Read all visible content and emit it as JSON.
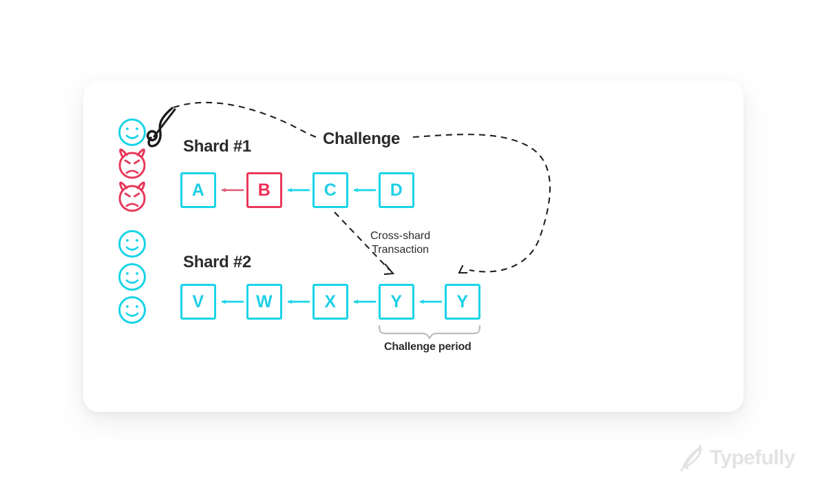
{
  "page": {
    "background": "#ffffff",
    "card": {
      "background": "#ffffff"
    }
  },
  "colors": {
    "cyan": "#18D4E8",
    "cyan_text": "#1FCFE6",
    "red": "#E8385A",
    "red_text": "#EF2D55",
    "ink": "#2B2B2B",
    "dashed": "#222222",
    "brace": "#BDBDBD",
    "watermark": "#E3E3E6"
  },
  "labels": {
    "shard1": "Shard #1",
    "shard2": "Shard #2",
    "challenge": "Challenge",
    "cross_shard_line1": "Cross-shard",
    "cross_shard_line2": "Transaction",
    "challenge_period": "Challenge period"
  },
  "validators": [
    {
      "id": "validator-1",
      "type": "smiley",
      "color": "#18D4E8",
      "hooked": true
    },
    {
      "id": "validator-2",
      "type": "devil",
      "color": "#E8385A",
      "hooked": false
    },
    {
      "id": "validator-3",
      "type": "devil",
      "color": "#E8385A",
      "hooked": false
    },
    {
      "id": "validator-4",
      "type": "smiley",
      "color": "#18D4E8",
      "hooked": false
    },
    {
      "id": "validator-5",
      "type": "smiley",
      "color": "#18D4E8",
      "hooked": false
    },
    {
      "id": "validator-6",
      "type": "smiley",
      "color": "#18D4E8",
      "hooked": false
    }
  ],
  "shard1": {
    "title": "Shard #1",
    "blocks": [
      {
        "label": "A",
        "state": "valid"
      },
      {
        "label": "B",
        "state": "invalid"
      },
      {
        "label": "C",
        "state": "valid"
      },
      {
        "label": "D",
        "state": "valid"
      }
    ],
    "arrows": [
      {
        "from": "B",
        "to": "A",
        "color": "#E8385A"
      },
      {
        "from": "C",
        "to": "B",
        "color": "#18D4E8"
      },
      {
        "from": "D",
        "to": "C",
        "color": "#18D4E8"
      }
    ]
  },
  "shard2": {
    "title": "Shard #2",
    "blocks": [
      {
        "label": "V",
        "state": "valid"
      },
      {
        "label": "W",
        "state": "valid"
      },
      {
        "label": "X",
        "state": "valid"
      },
      {
        "label": "Y",
        "state": "valid"
      },
      {
        "label": "Y",
        "state": "valid"
      }
    ],
    "arrows": [
      {
        "from": "W",
        "to": "V",
        "color": "#18D4E8"
      },
      {
        "from": "X",
        "to": "W",
        "color": "#18D4E8"
      },
      {
        "from": "Y",
        "to": "X",
        "color": "#18D4E8"
      },
      {
        "from": "Y2",
        "to": "Y",
        "color": "#18D4E8"
      }
    ]
  },
  "annotations": {
    "challenge_path": "dashed curve from fishing hook over Challenge label, looping right and down to last Y block",
    "cross_shard_path": "dashed arrow from block C down to block Y in Shard #2",
    "challenge_period_brace": "curly brace spanning last two Y blocks"
  },
  "watermark": {
    "text": "Typefully",
    "icon": "feather-icon"
  }
}
